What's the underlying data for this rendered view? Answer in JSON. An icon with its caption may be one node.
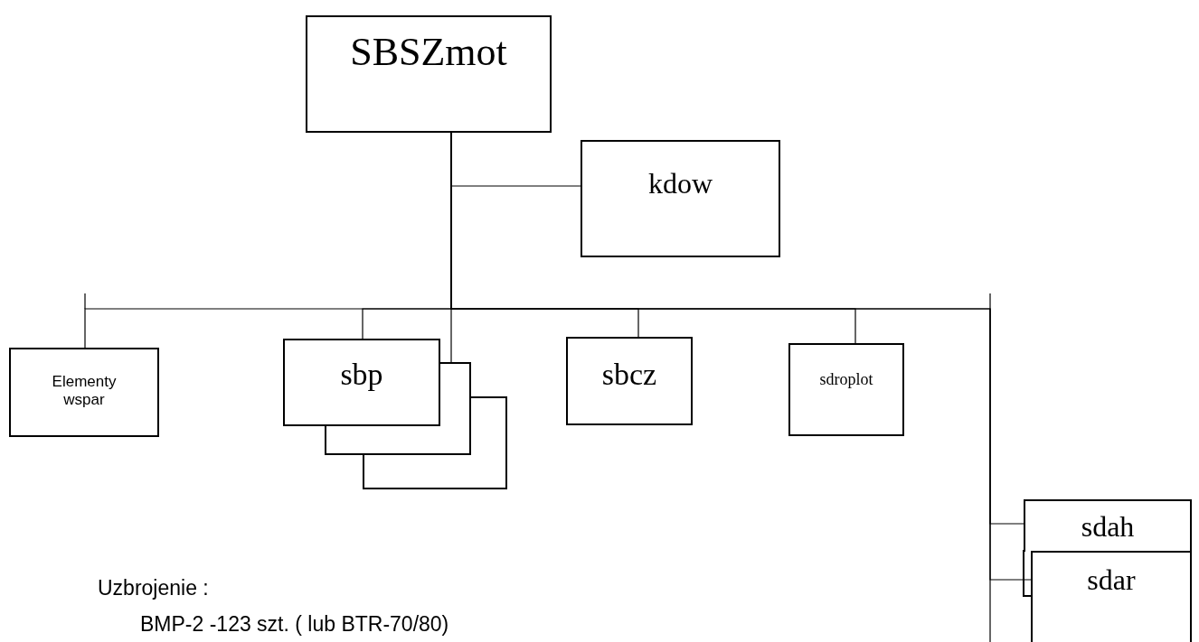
{
  "diagram": {
    "nodes": [
      {
        "text": [
          "SBSZmot"
        ]
      },
      {
        "text": [
          "kdow"
        ]
      },
      {
        "text": [
          "Elementy wspar"
        ]
      },
      {
        "text": [
          "sbp"
        ]
      },
      {
        "text": [
          "sbcz"
        ]
      },
      {
        "text": [
          "sdroplot"
        ]
      },
      {
        "text": [
          "sdah"
        ]
      },
      {
        "text": [
          "sdar"
        ]
      }
    ],
    "edges": [
      {
        "from": 0,
        "to": 1,
        "arrow": "none"
      },
      {
        "from": 0,
        "to": 2,
        "arrow": "none"
      },
      {
        "from": 0,
        "to": 3,
        "arrow": "none"
      },
      {
        "from": 0,
        "to": 3,
        "arrow": "none"
      },
      {
        "from": 0,
        "to": 4,
        "arrow": "none"
      },
      {
        "from": 0,
        "to": 5,
        "arrow": "none"
      },
      {
        "from": 0,
        "to": 6,
        "arrow": "none"
      },
      {
        "from": 0,
        "to": 7,
        "arrow": "none"
      }
    ],
    "labels": [
      "Uzbrojenie :",
      "BMP-2 -123 szt. ( lub BTR-70/80)"
    ]
  }
}
